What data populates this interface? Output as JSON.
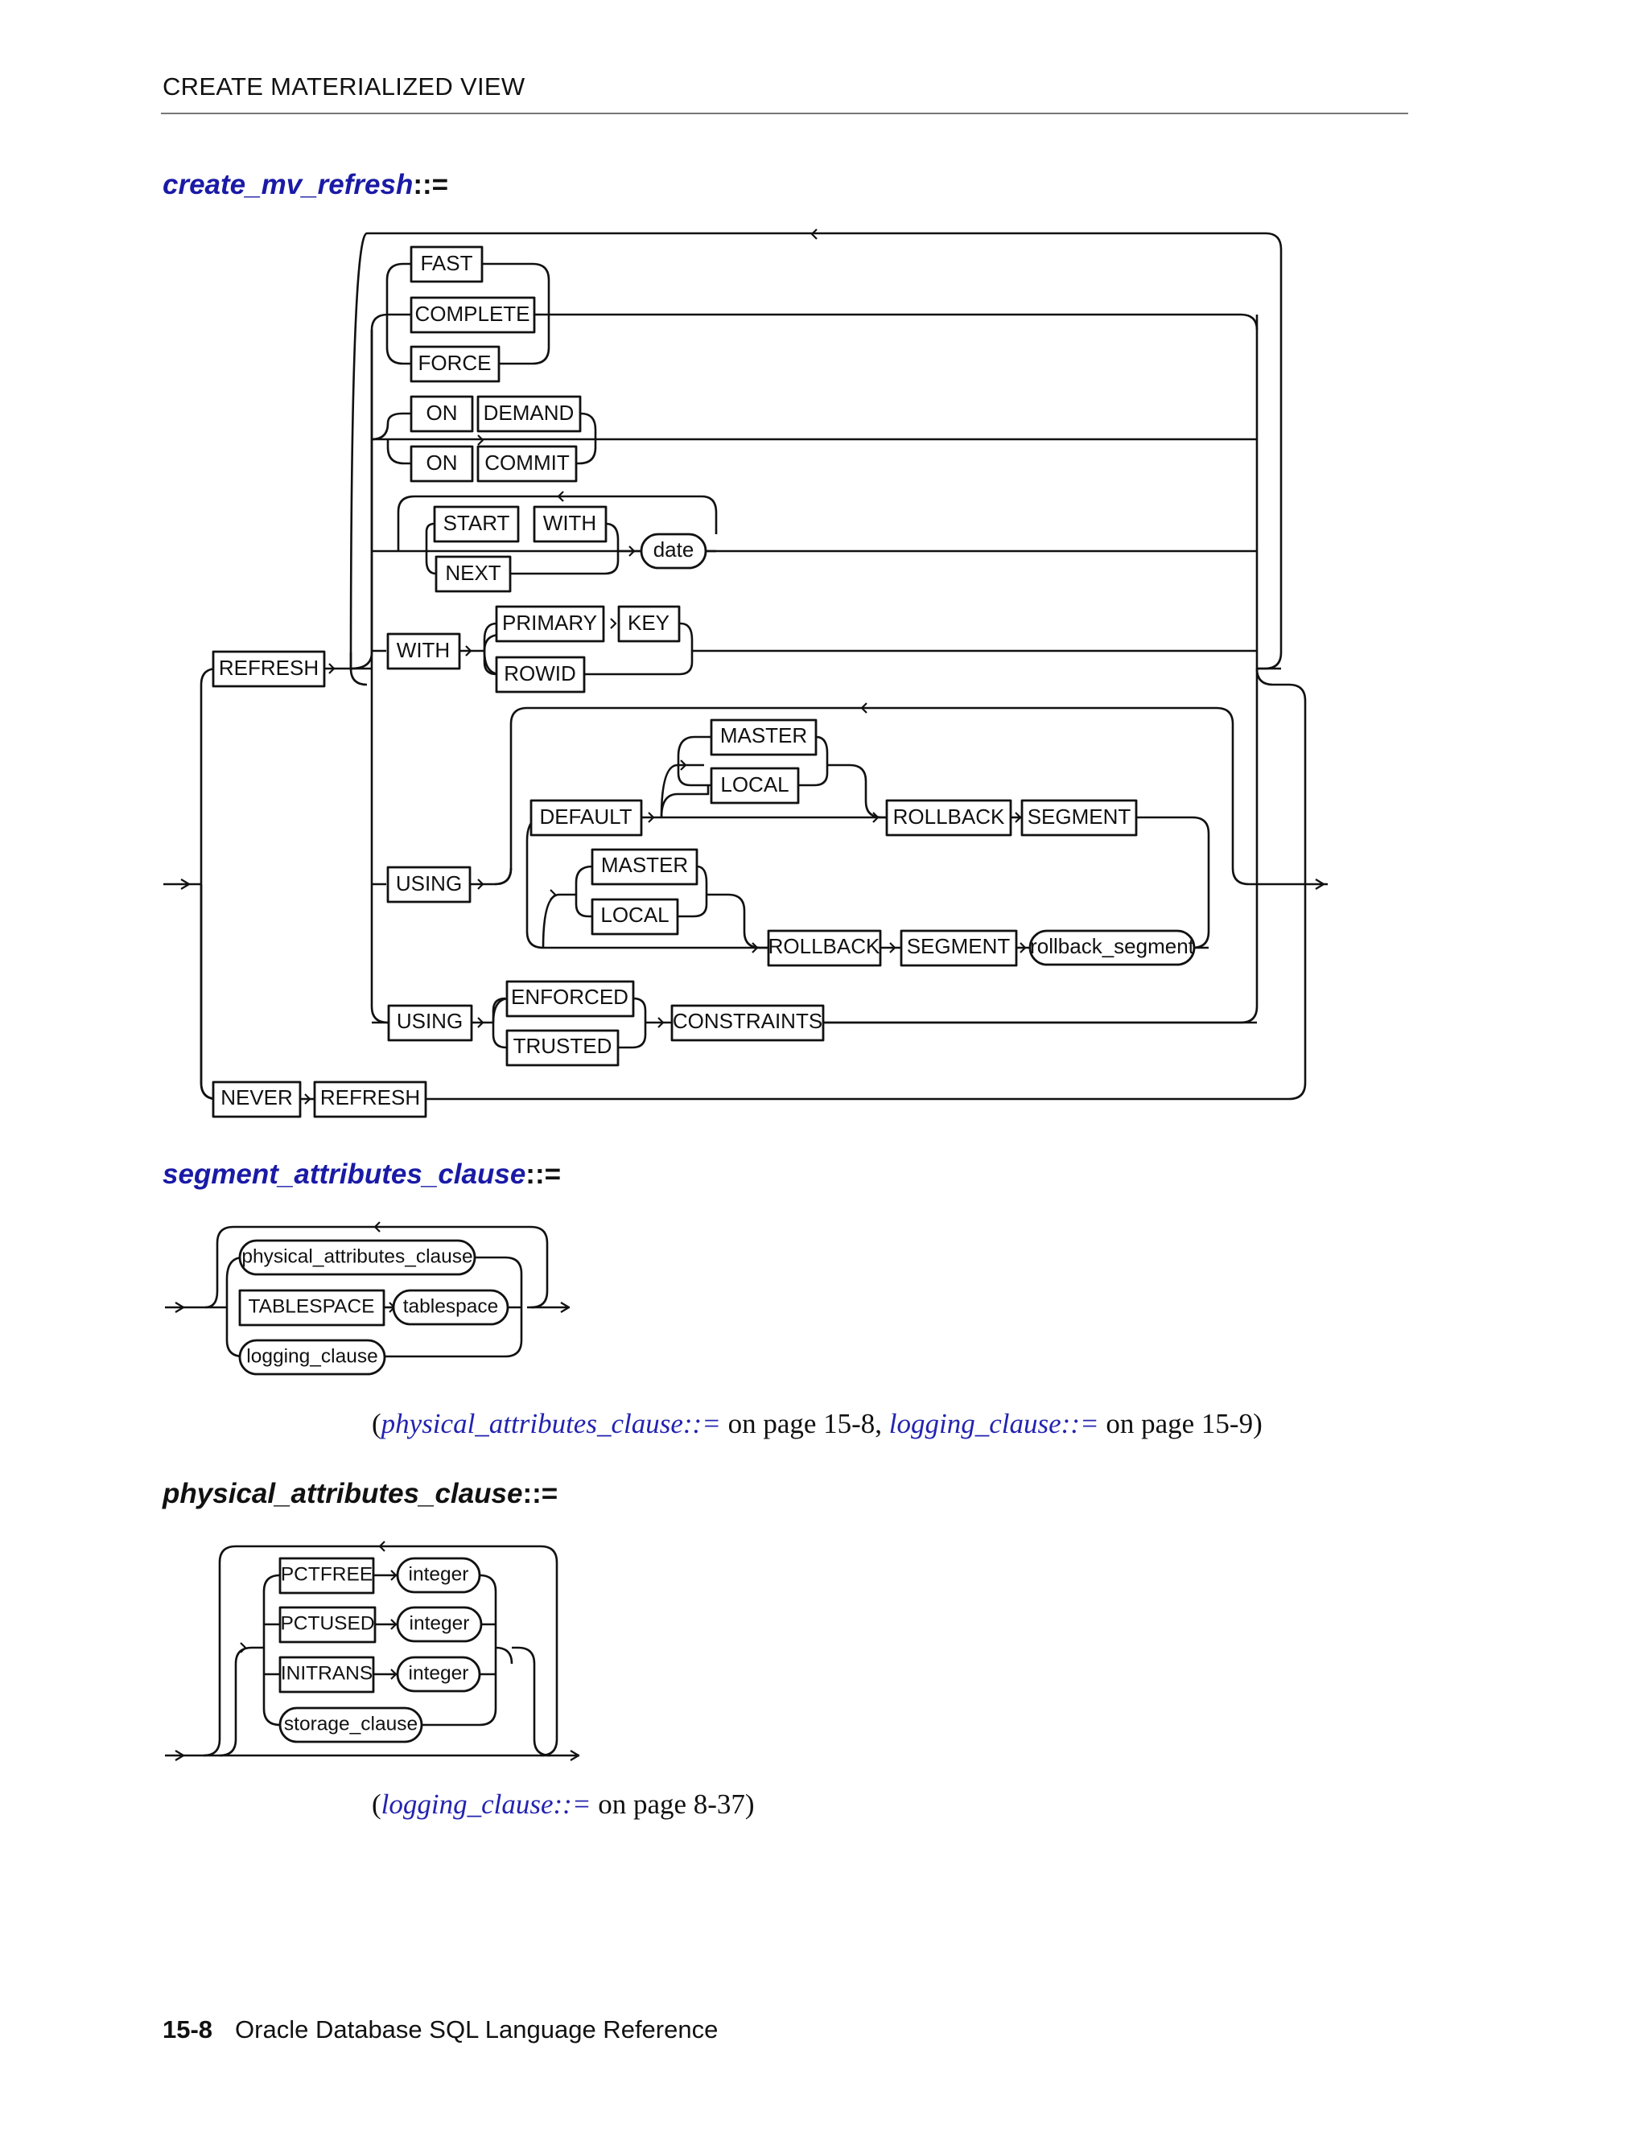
{
  "header": {
    "running_head": "CREATE MATERIALIZED VIEW"
  },
  "sections": [
    {
      "name": "create_mv_refresh",
      "op": "::="
    },
    {
      "name": "segment_attributes_clause",
      "op": "::="
    },
    {
      "name": "physical_attributes_clause",
      "op": "::="
    }
  ],
  "diagram1": {
    "REFRESH": "REFRESH",
    "FAST": "FAST",
    "COMPLETE": "COMPLETE",
    "FORCE": "FORCE",
    "ON_1": "ON",
    "DEMAND": "DEMAND",
    "ON_2": "ON",
    "COMMIT": "COMMIT",
    "START": "START",
    "WITH_1": "WITH",
    "NEXT": "NEXT",
    "date": "date",
    "WITH_2": "WITH",
    "PRIMARY": "PRIMARY",
    "KEY": "KEY",
    "ROWID": "ROWID",
    "USING_1": "USING",
    "DEFAULT": "DEFAULT",
    "MASTER_1": "MASTER",
    "LOCAL_1": "LOCAL",
    "ROLLBACK_1": "ROLLBACK",
    "SEGMENT_1": "SEGMENT",
    "MASTER_2": "MASTER",
    "LOCAL_2": "LOCAL",
    "ROLLBACK_2": "ROLLBACK",
    "SEGMENT_2": "SEGMENT",
    "rollback_segment": "rollback_segment",
    "USING_2": "USING",
    "ENFORCED": "ENFORCED",
    "TRUSTED": "TRUSTED",
    "CONSTRAINTS": "CONSTRAINTS",
    "NEVER": "NEVER",
    "REFRESH_2": "REFRESH"
  },
  "diagram2": {
    "physical_attributes_clause": "physical_attributes_clause",
    "TABLESPACE": "TABLESPACE",
    "tablespace": "tablespace",
    "logging_clause": "logging_clause"
  },
  "xref1": {
    "open": "(",
    "link1": "physical_attributes_clause::=",
    "text1": " on page 15-8, ",
    "link2": "logging_clause::=",
    "text2": " on page 15-9)"
  },
  "diagram3": {
    "PCTFREE": "PCTFREE",
    "integer_1": "integer",
    "PCTUSED": "PCTUSED",
    "integer_2": "integer",
    "INITRANS": "INITRANS",
    "integer_3": "integer",
    "storage_clause": "storage_clause"
  },
  "xref2": {
    "open": "(",
    "link1": "logging_clause::=",
    "text1": " on page 8-37)"
  },
  "footer": {
    "page": "15-8",
    "book_title": "Oracle Database SQL Language Reference"
  }
}
